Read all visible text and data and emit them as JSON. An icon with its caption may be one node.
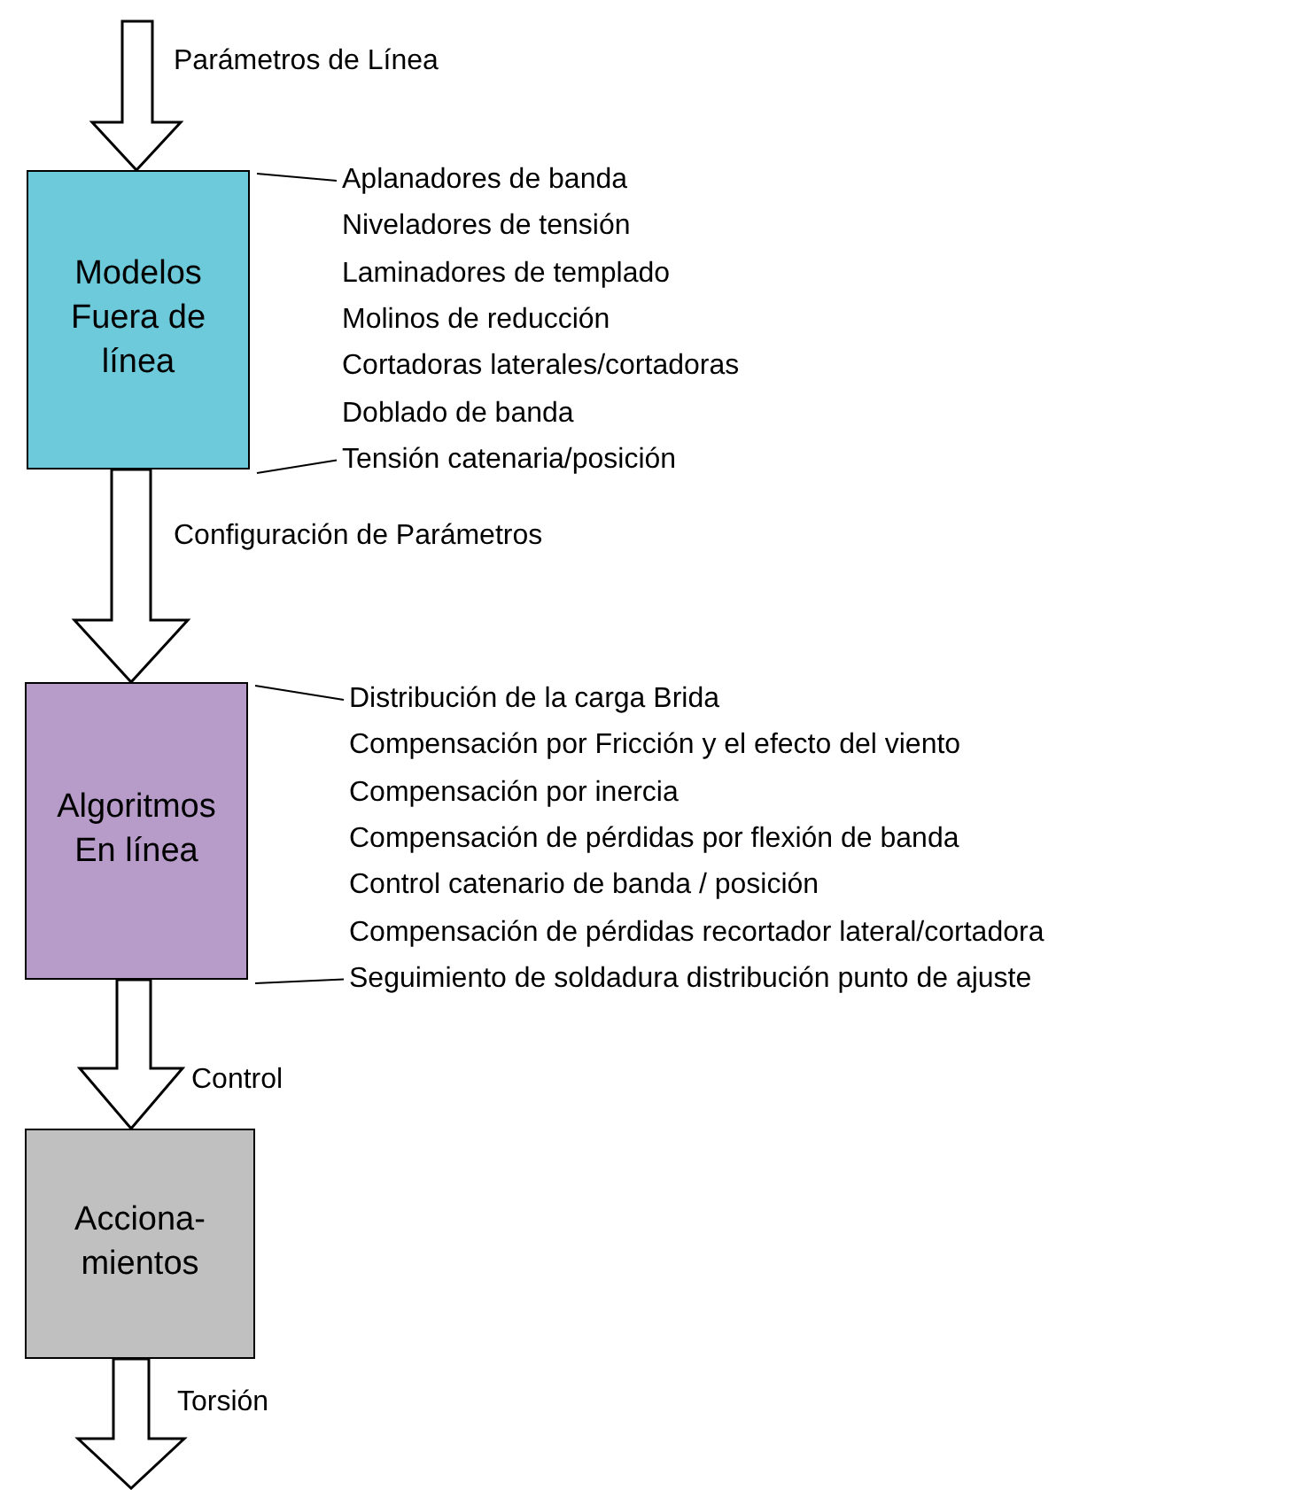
{
  "diagram": {
    "nodes": [
      {
        "text": [
          "Modelos Fuera de línea"
        ],
        "beside": [
          "Aplanadores de banda",
          "Niveladores de tensión",
          "Laminadores de templado",
          "Molinos de reducción",
          "Cortadoras laterales/cortadoras",
          "Doblado de banda",
          "Tensión catenaria/posición"
        ]
      },
      {
        "text": [
          "Algoritmos En línea"
        ],
        "beside": [
          "Distribución de la carga Brida",
          "Compensación por Fricción y el efecto del viento",
          "Compensación por inercia",
          "Compensación de pérdidas por flexión de banda",
          "Control catenario de banda / posición",
          "Compensación de pérdidas recortador lateral/cortadora",
          "Seguimiento de soldadura distribución punto de ajuste"
        ]
      },
      {
        "text": [
          "Acciona- mientos"
        ]
      }
    ],
    "edges": [
      {
        "from": null,
        "to": 0,
        "arrow": "to",
        "label": "Parámetros de Línea"
      },
      {
        "from": 0,
        "to": 1,
        "arrow": "to",
        "label": "Configuración de Parámetros"
      },
      {
        "from": 1,
        "to": 2,
        "arrow": "to",
        "label": "Control"
      },
      {
        "from": 2,
        "to": null,
        "arrow": "to",
        "label": "Torsión"
      }
    ]
  }
}
